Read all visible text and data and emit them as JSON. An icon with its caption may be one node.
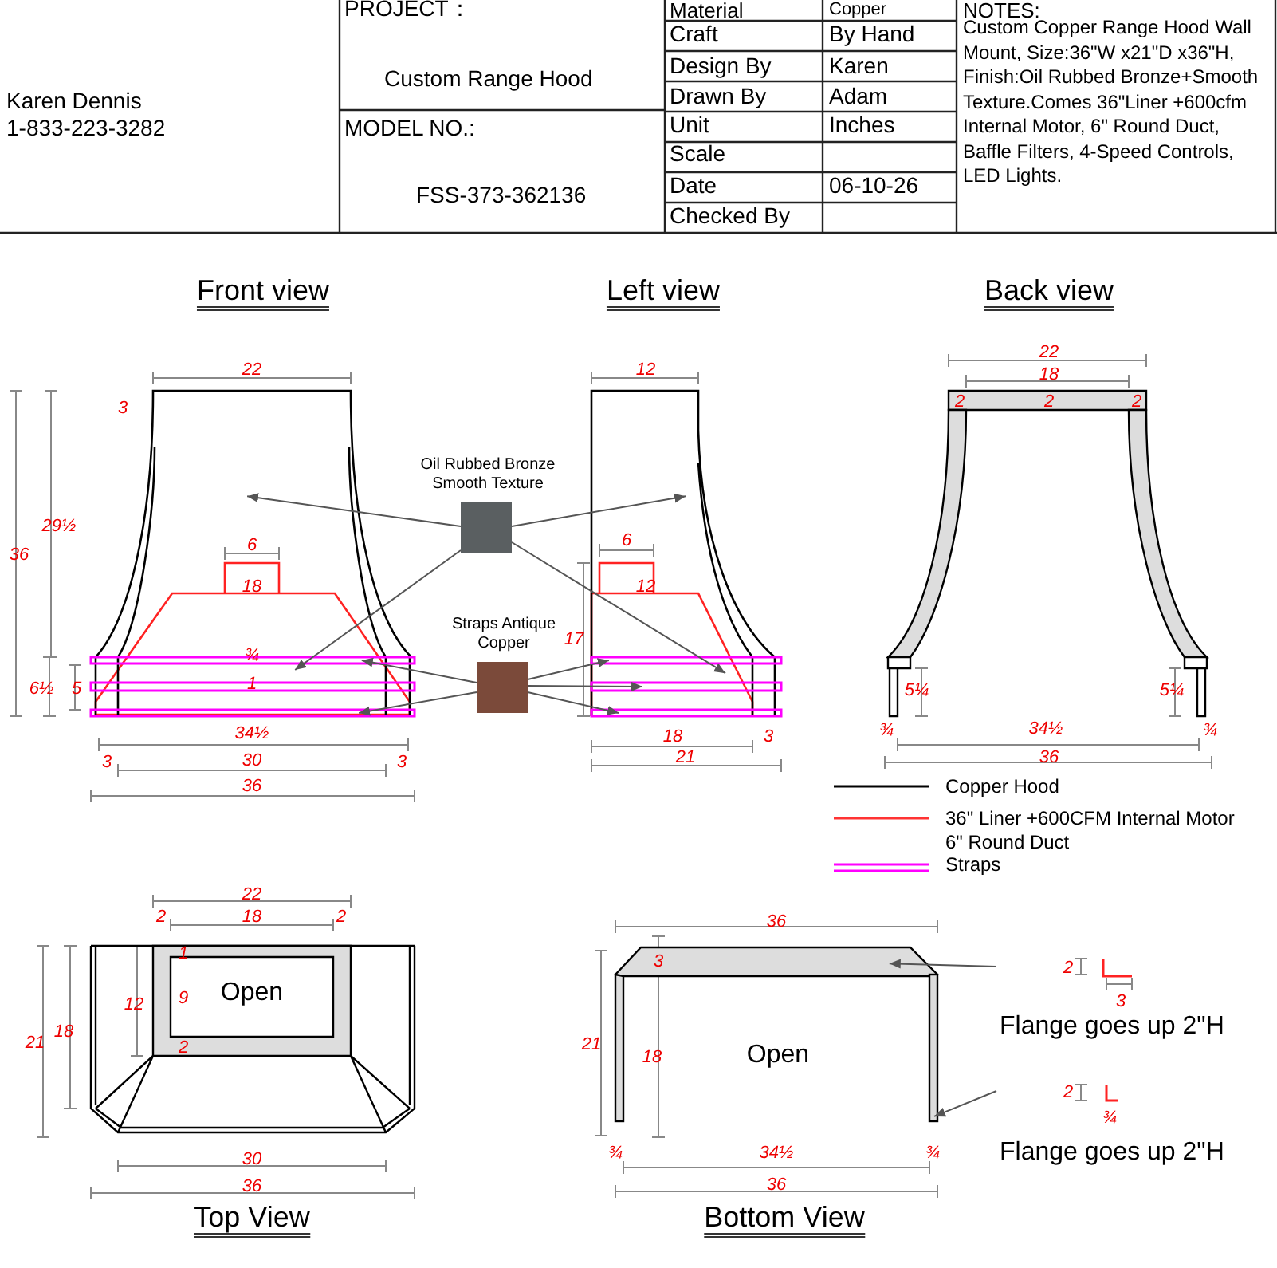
{
  "diagram": {
    "nodes": [
      {
        "text": [
          "Oil Rubbed Bronze Smooth Texture"
        ]
      },
      {
        "text": [
          "Straps Antique Copper"
        ]
      },
      {
        "text": [],
        "shape": "picture"
      },
      {
        "text": [],
        "shape": "bar",
        "in": 2
      },
      {
        "text": [],
        "shape": "bar",
        "in": 2
      },
      {
        "text": [],
        "shape": "picture"
      },
      {
        "text": [],
        "shape": "bar",
        "in": 5
      },
      {
        "text": [],
        "shape": "bar",
        "in": 5
      },
      {
        "text": [],
        "shape": "bar",
        "in": 5
      },
      {
        "text": [],
        "shape": "bar"
      },
      {
        "text": [],
        "shape": "bar"
      },
      {
        "text": [
          "Flange goes up 2\"H"
        ]
      },
      {
        "text": [
          "Flange goes up 2\"H"
        ]
      }
    ],
    "edges": [
      {
        "from": 0,
        "to": 2,
        "arrow": "to"
      },
      {
        "from": 0,
        "to": 2,
        "arrow": "to"
      },
      {
        "from": 0,
        "to": 5,
        "arrow": "to"
      },
      {
        "from": 0,
        "to": 5,
        "arrow": "to"
      },
      {
        "from": 1,
        "to": 3,
        "arrow": "to"
      },
      {
        "from": 1,
        "to": 4,
        "arrow": "to"
      },
      {
        "from": 1,
        "to": 6,
        "arrow": "to"
      },
      {
        "from": 1,
        "to": 7,
        "arrow": "to"
      },
      {
        "from": 1,
        "to": 8,
        "arrow": "to"
      },
      {
        "from": 11,
        "to": 9,
        "arrow": "to"
      },
      {
        "from": 12,
        "to": 10,
        "arrow": "to"
      }
    ],
    "labels": [
      "Karen Dennis",
      "1-833-223-3282",
      "PROJECT：",
      "Custom Range Hood",
      "MODEL NO.:",
      "FSS-373-362136",
      "Material",
      "Copper",
      "Craft",
      "By Hand",
      "Design By",
      "Karen",
      "Drawn By",
      "Adam",
      "Unit",
      "Inches",
      "Scale",
      "Date",
      "06-10-26",
      "Checked By",
      "NOTES:",
      "Custom Copper Range Hood Wall Mount, Size:36\"W x21\"D x36\"H, Finish:Oil Rubbed Bronze+Smooth Texture.Comes 36\"Liner +600cfm Internal Motor, 6\" Round Duct, Baffle Filters, 4-Speed Controls, LED Lights.",
      "Front view",
      "Left view",
      "Back view",
      "22",
      "3",
      "29½",
      "36",
      "6",
      "18",
      "¾",
      "6½",
      "5",
      "1",
      "34½",
      "3",
      "30",
      "3",
      "36",
      "12",
      "6",
      "12",
      "17",
      "18",
      "3",
      "21",
      "22",
      "18",
      "2",
      "2",
      "2",
      "5¼",
      "5¼",
      "¾",
      "34½",
      "¾",
      "36",
      "22",
      "2",
      "18",
      "2",
      "12",
      "1",
      "9",
      "Open",
      "21",
      "18",
      "2",
      "30",
      "36",
      "36",
      "3",
      "21",
      "18",
      "Open",
      "¾",
      "34½",
      "¾",
      "36",
      "2",
      "3",
      "2",
      "¾",
      "Top View",
      "Bottom View"
    ],
    "legend": [
      {
        "text": "Copper Hood"
      },
      {
        "text": "36\" Liner +600CFM Internal Motor 6\" Round Duct"
      },
      {
        "text": "Straps"
      }
    ]
  }
}
